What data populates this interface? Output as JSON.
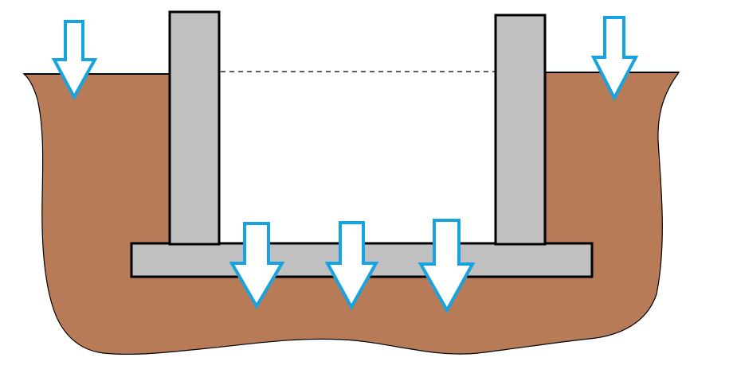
{
  "colors": {
    "background": "#ffffff",
    "soil": "#b77b57",
    "soil_outline": "#000000",
    "concrete": "#c0c0c0",
    "concrete_outline": "#000000",
    "arrow_fill": "#ffffff",
    "arrow_outline": "#17a3e0",
    "water_line": "#000000"
  },
  "elements": {
    "soil": "soil-mass",
    "left_wall": "left-wall",
    "right_wall": "right-wall",
    "base_slab": "base-slab",
    "water_level": "water-level-line",
    "arrows_ground": "ground-pressure-arrows",
    "arrows_slab": "slab-pressure-arrows"
  }
}
